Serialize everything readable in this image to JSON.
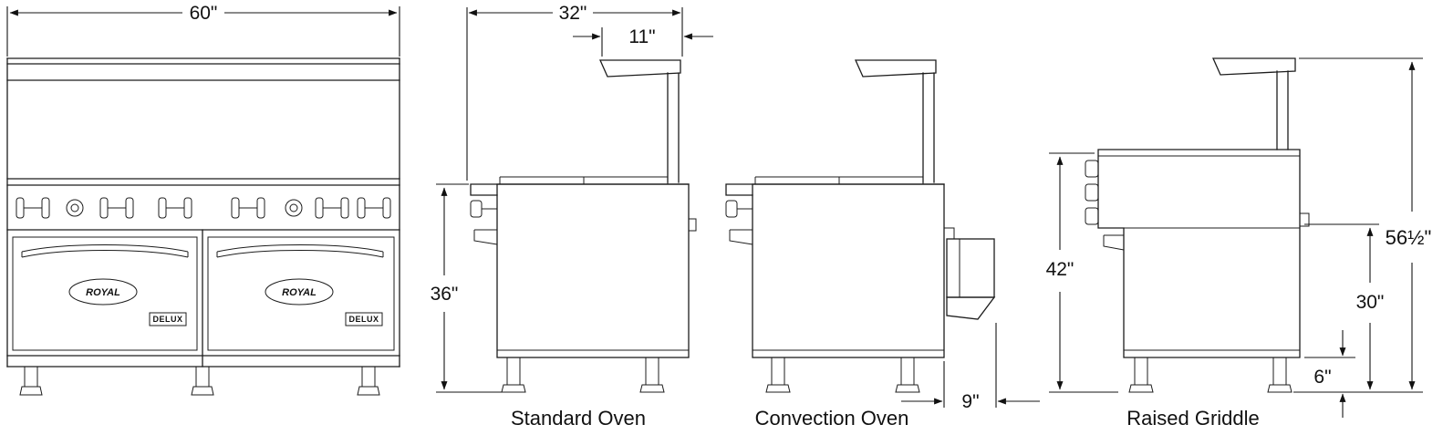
{
  "front_view": {
    "width_dim": "60\"",
    "logo_left": "ROYAL",
    "logo_right": "ROYAL",
    "badge_left": "DELUX",
    "badge_right": "DELUX"
  },
  "standard_oven": {
    "depth_dim": "32\"",
    "shelf_depth_dim": "11\"",
    "cooktop_height_dim": "36\"",
    "label": "Standard Oven"
  },
  "convection_oven": {
    "motor_depth_dim": "9\"",
    "label": "Convection Oven"
  },
  "raised_griddle": {
    "griddle_height_dim": "42\"",
    "overall_height_dim": "56½\"",
    "body_height_dim": "30\"",
    "leg_height_dim": "6\"",
    "label": "Raised Griddle"
  }
}
